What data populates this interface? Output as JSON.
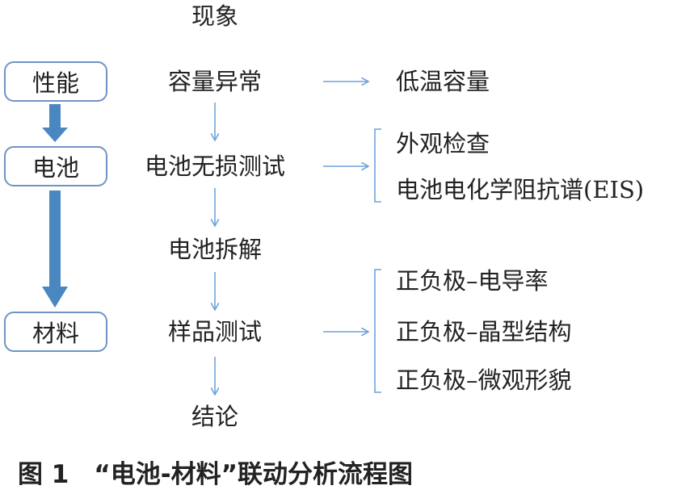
{
  "header": {
    "phenomenon": "现象"
  },
  "levels": [
    "性能",
    "电池",
    "材料"
  ],
  "steps": [
    "容量异常",
    "电池无损测试",
    "电池拆解",
    "样品测试",
    "结论"
  ],
  "outputs": {
    "capacity": [
      "低温容量"
    ],
    "nondestructive": [
      "外观检查",
      "电池电化学阻抗谱(EIS)"
    ],
    "sample": [
      "正负极–电导率",
      "正负极–晶型结构",
      "正负极–微观形貌"
    ]
  },
  "caption": "图 1　“电池-材料”联动分析流程图",
  "colors": {
    "arrow_thick": "#4a86c0",
    "arrow_thin": "#6fa3d8",
    "box_border": "#6f94c4"
  }
}
